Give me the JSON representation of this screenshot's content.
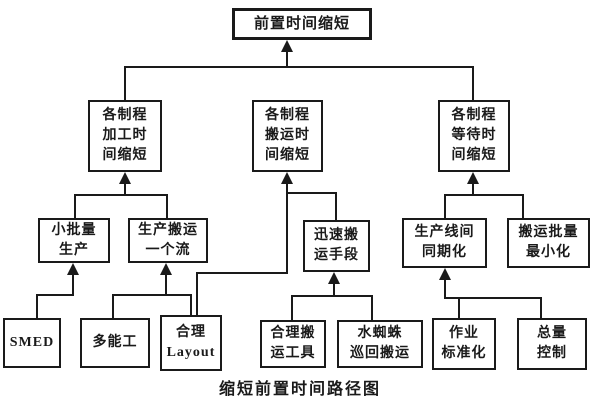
{
  "background": "#ffffff",
  "ink_color": "#1a1a1a",
  "caption": "缩短前置时间路径图",
  "nodes": {
    "root": {
      "label": "前置时间缩短",
      "line1": "前置时间缩短"
    },
    "l2a": {
      "label": "各制程加工时间缩短",
      "line1": "各制程",
      "line2": "加工时",
      "line3": "间缩短"
    },
    "l2b": {
      "label": "各制程搬运时间缩短",
      "line1": "各制程",
      "line2": "搬运时",
      "line3": "间缩短"
    },
    "l2c": {
      "label": "各制程等待时间缩短",
      "line1": "各制程",
      "line2": "等待时",
      "line3": "间缩短"
    },
    "l3a": {
      "label": "小批量生产",
      "line1": "小批量",
      "line2": "生产"
    },
    "l3b": {
      "label": "生产搬运一个流",
      "line1": "生产搬运",
      "line2": "一个流"
    },
    "l3c": {
      "label": "迅速搬运手段",
      "line1": "迅速搬",
      "line2": "运手段"
    },
    "l3d": {
      "label": "生产线间同期化",
      "line1": "生产线间",
      "line2": "同期化"
    },
    "l3e": {
      "label": "搬运批量最小化",
      "line1": "搬运批量",
      "line2": "最小化"
    },
    "l4a": {
      "label": "SMED",
      "line1": "SMED"
    },
    "l4b": {
      "label": "多能工",
      "line1": "多能工"
    },
    "l4c": {
      "label": "合理Layout",
      "line1": "合理",
      "line2": "Layout"
    },
    "l4d": {
      "label": "合理搬运工具",
      "line1": "合理搬",
      "line2": "运工具"
    },
    "l4e": {
      "label": "水蜘蛛巡回搬运",
      "line1": "水蜘蛛",
      "line2": "巡回搬运"
    },
    "l4f": {
      "label": "作业标准化",
      "line1": "作业",
      "line2": "标准化"
    },
    "l4g": {
      "label": "总量控制",
      "line1": "总量",
      "line2": "控制"
    }
  },
  "edges": [
    {
      "from": "l2a",
      "to": "root"
    },
    {
      "from": "l2b",
      "to": "root"
    },
    {
      "from": "l2c",
      "to": "root"
    },
    {
      "from": "l3a",
      "to": "l2a"
    },
    {
      "from": "l3b",
      "to": "l2a"
    },
    {
      "from": "l3c",
      "to": "l2b"
    },
    {
      "from": "l4c",
      "to": "l2b"
    },
    {
      "from": "l3d",
      "to": "l2c"
    },
    {
      "from": "l3e",
      "to": "l2c"
    },
    {
      "from": "l4a",
      "to": "l3a"
    },
    {
      "from": "l4b",
      "to": "l3b"
    },
    {
      "from": "l4c",
      "to": "l3b"
    },
    {
      "from": "l4d",
      "to": "l3c"
    },
    {
      "from": "l4e",
      "to": "l3c"
    },
    {
      "from": "l4f",
      "to": "l3d"
    },
    {
      "from": "l4g",
      "to": "l3d"
    }
  ]
}
